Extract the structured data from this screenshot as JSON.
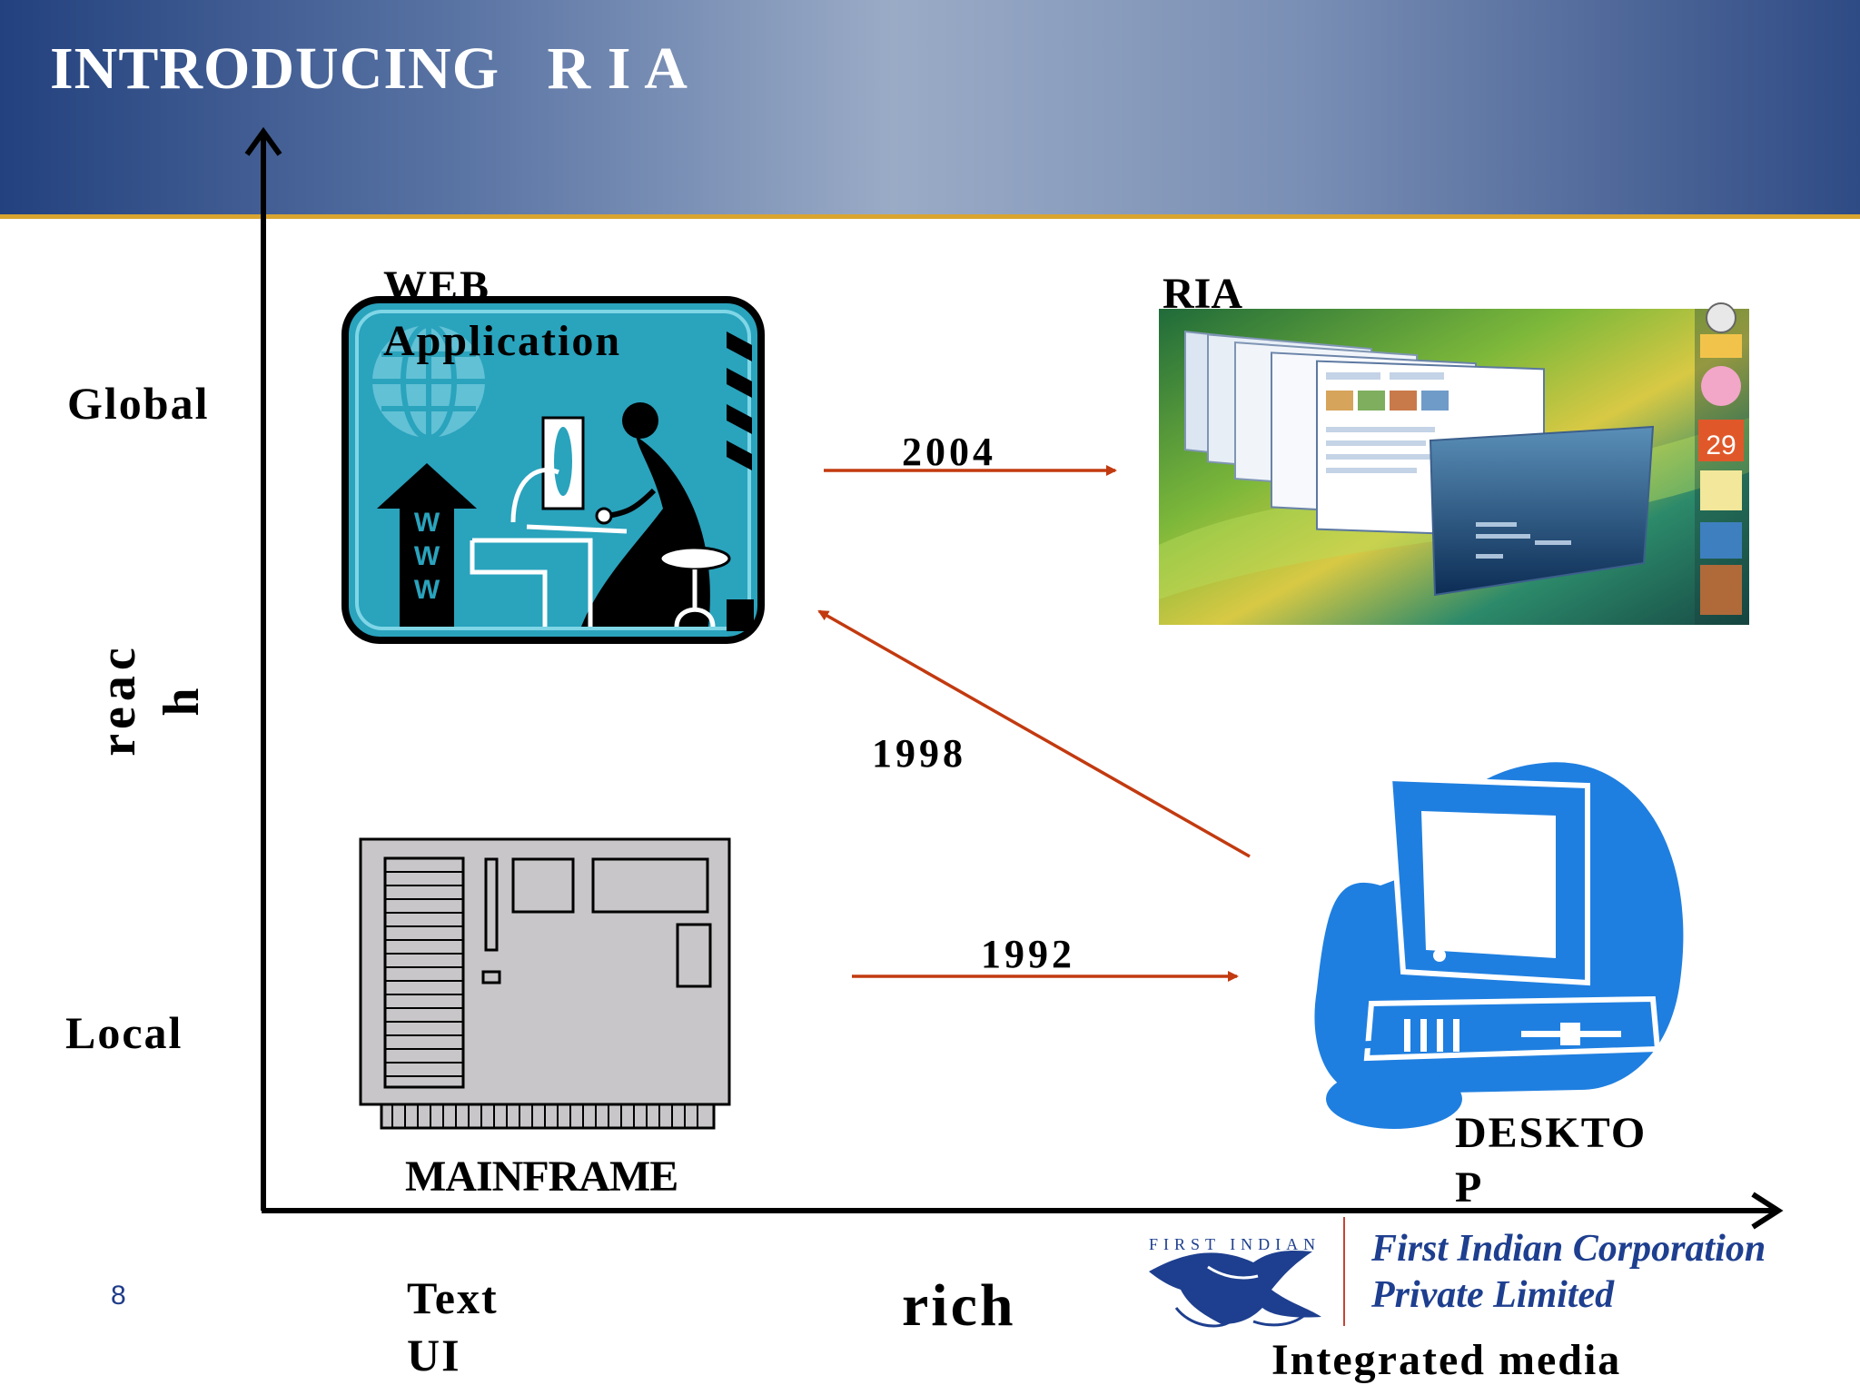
{
  "slide": {
    "title": "INTRODUCING   R I A",
    "page_number": "8"
  },
  "axes": {
    "y_label_line1": "reac",
    "y_label_line2": "h",
    "y_top": "Global",
    "y_bottom": "Local",
    "x_label": "rich",
    "x_left": "Text UI",
    "x_right": "Integrated media"
  },
  "nodes": {
    "web_app": "WEB Application",
    "ria": "RIA",
    "mainframe": "MAINFRAME",
    "desktop": "DESKTO P"
  },
  "transitions": [
    {
      "from": "MAINFRAME",
      "to": "DESKTOP",
      "year": "1992"
    },
    {
      "from": "DESKTOP",
      "to": "WEB Application",
      "year": "1998"
    },
    {
      "from": "WEB Application",
      "to": "RIA",
      "year": "2004"
    }
  ],
  "logo": {
    "line1": "First Indian Corporation",
    "line2": "Private Limited",
    "seal_text": "FIRST INDIAN"
  },
  "colors": {
    "arrow": "#c23a10",
    "desktop_icon": "#1f7fe0",
    "web_tile": "#2aa3bd",
    "logo_blue": "#1e3f8f",
    "banner_line": "#d9a52f"
  }
}
